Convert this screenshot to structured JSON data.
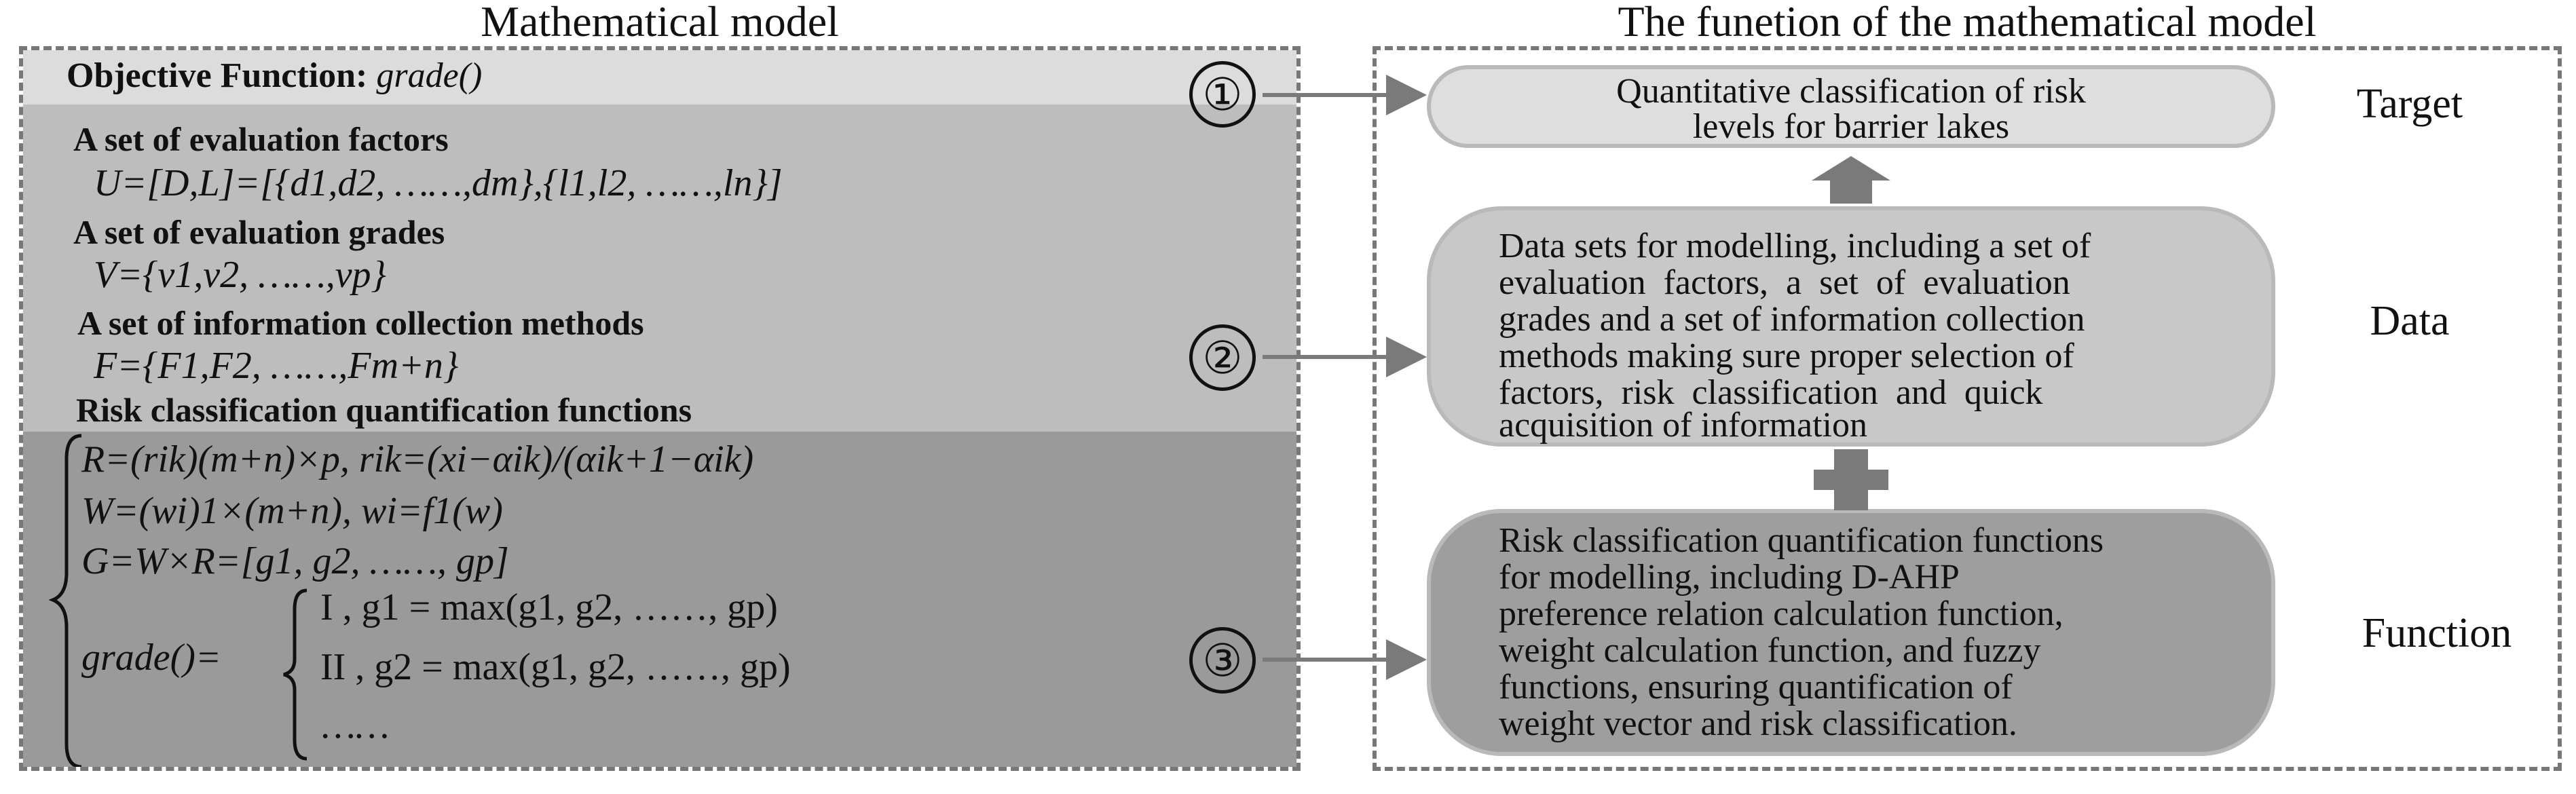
{
  "headers": {
    "left": "Mathematical model",
    "right": "The funetion of the mathematical model"
  },
  "left_panel": {
    "objective": {
      "label": "Objective Function:",
      "value": "grade()"
    },
    "factors": {
      "heading": "A set of evaluation factors",
      "formula": "U=[D,L]=[{d1,d2, ……,dm},{l1,l2, ……,ln}]"
    },
    "grades": {
      "heading": "A set of evaluation grades",
      "formula": "V={v1,v2, ……,vp}"
    },
    "methods": {
      "heading": "A set of information collection methods",
      "formula": "F={F1,F2, ……,Fm+n}"
    },
    "functions": {
      "heading": "Risk classification quantification functions",
      "eq1": "R=(rik)(m+n)×p,   rik=(xi−αik)/(αik+1−αik)",
      "eq2": "W=(wi)1×(m+n),   wi=f1(w)",
      "eq3": "G=W×R=[g1, g2, ……, gp]",
      "grade_lhs": "grade()=",
      "case1": "I ,  g1 = max(g1, g2, ……, gp)",
      "case2": "II ,  g2 = max(g1, g2, ……, gp)",
      "case3": "……"
    }
  },
  "markers": [
    "①",
    "②",
    "③"
  ],
  "right_panel": {
    "target": {
      "text_line1": "Quantitative classification of risk",
      "text_line2": "levels for barrier lakes",
      "label": "Target"
    },
    "data": {
      "lines": [
        "Data sets for modelling, including a set of",
        "evaluation  factors,  a  set  of  evaluation",
        "grades and a set of information collection",
        "methods making sure proper selection of",
        "factors,  risk  classification  and  quick",
        "acquisition of information"
      ],
      "label": "Data"
    },
    "function": {
      "lines": [
        "Risk classification quantification functions",
        "for modelling, including D-AHP",
        "preference relation calculation function,",
        "weight calculation function, and fuzzy",
        "functions, ensuring quantification of",
        "weight vector and risk classification."
      ],
      "label": "Function"
    }
  },
  "colors": {
    "band_objective": "#dcdcdc",
    "band_sets": "#bdbdbd",
    "band_functions": "#9a9a9a",
    "pill_target": "#dedede",
    "pill_data": "#c8c8c8",
    "pill_function": "#9e9e9e",
    "arrow": "#7a7a7a"
  }
}
